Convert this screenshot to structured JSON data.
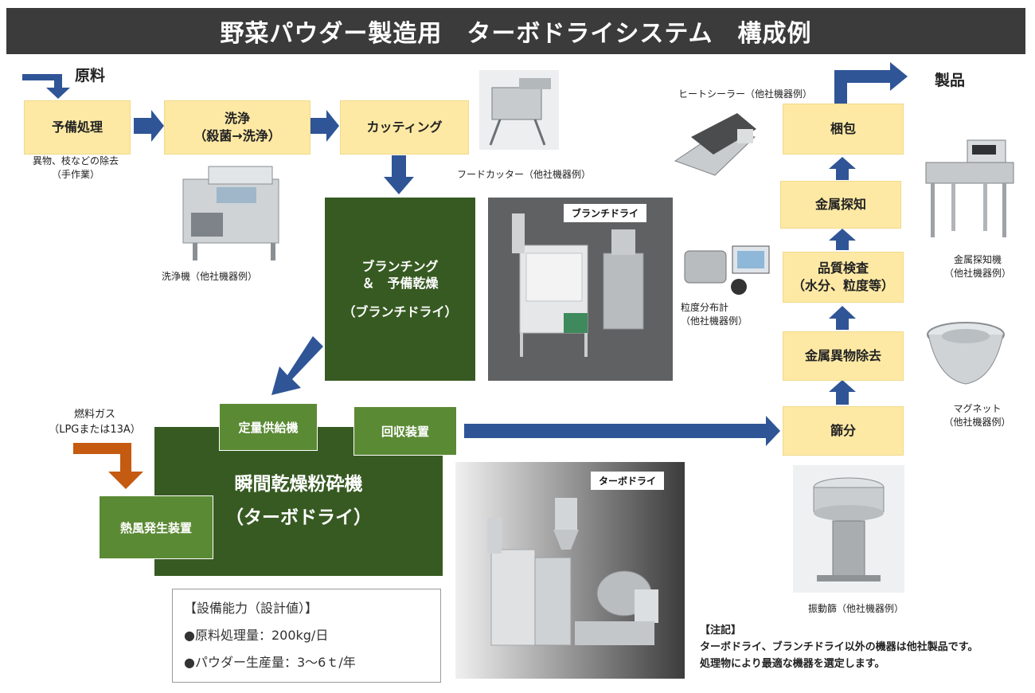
{
  "title": "野菜パウダー製造用　ターボドライシステム　構成例",
  "flow": {
    "raw_material": "原料",
    "product": "製品",
    "preprocess": "予備処理",
    "preprocess_note_1": "異物、枝などの除去",
    "preprocess_note_2": "（手作業）",
    "wash_1": "洗浄",
    "wash_2": "（殺菌→洗浄）",
    "cutting": "カッティング",
    "blanch_1": "ブランチング",
    "blanch_2": "＆　予備乾燥",
    "blanch_3": "（ブランチドライ）",
    "fuel_1": "燃料ガス",
    "fuel_2": "（LPGまたは13A）",
    "feeder": "定量供給機",
    "collector": "回収装置",
    "turbo_1": "瞬間乾燥粉砕機",
    "turbo_2": "（ターボドライ）",
    "hot_air": "熱風発生装置",
    "sieve": "篩分",
    "metal_removal": "金属異物除去",
    "quality_1": "品質検査",
    "quality_2": "（水分、粒度等）",
    "metal_detect": "金属探知",
    "packing": "梱包"
  },
  "captions": {
    "washer": "洗浄機（他社機器例）",
    "food_cutter": "フードカッター（他社機器例）",
    "heat_sealer": "ヒートシーラー（他社機器例）",
    "particle_1": "粒度分布計",
    "particle_2": "（他社機器例）",
    "metal_detector_1": "金属探知機",
    "metal_detector_2": "（他社機器例）",
    "magnet_1": "マグネット",
    "magnet_2": "（他社機器例）",
    "vibro_sieve": "振動篩（他社機器例）",
    "blanch_photo_tag": "ブランチドライ",
    "turbo_photo_tag": "ターボドライ"
  },
  "spec": {
    "heading": "【設備能力（設計値）】",
    "line1": "●原料処理量：200kg/日",
    "line2": "●パウダー生産量：3〜6ｔ/年"
  },
  "note": {
    "heading": "【注記】",
    "line1": "ターボドライ、ブランチドライ以外の機器は他社製品です。",
    "line2": "処理物により最適な機器を選定します。"
  },
  "colors": {
    "arrow_blue": "#2f5597",
    "arrow_orange": "#c55a11",
    "box_yellow": "#fde9a4",
    "green_dark": "#375a22",
    "green_light": "#5b8a35",
    "title_bg": "#3b3b3b"
  }
}
